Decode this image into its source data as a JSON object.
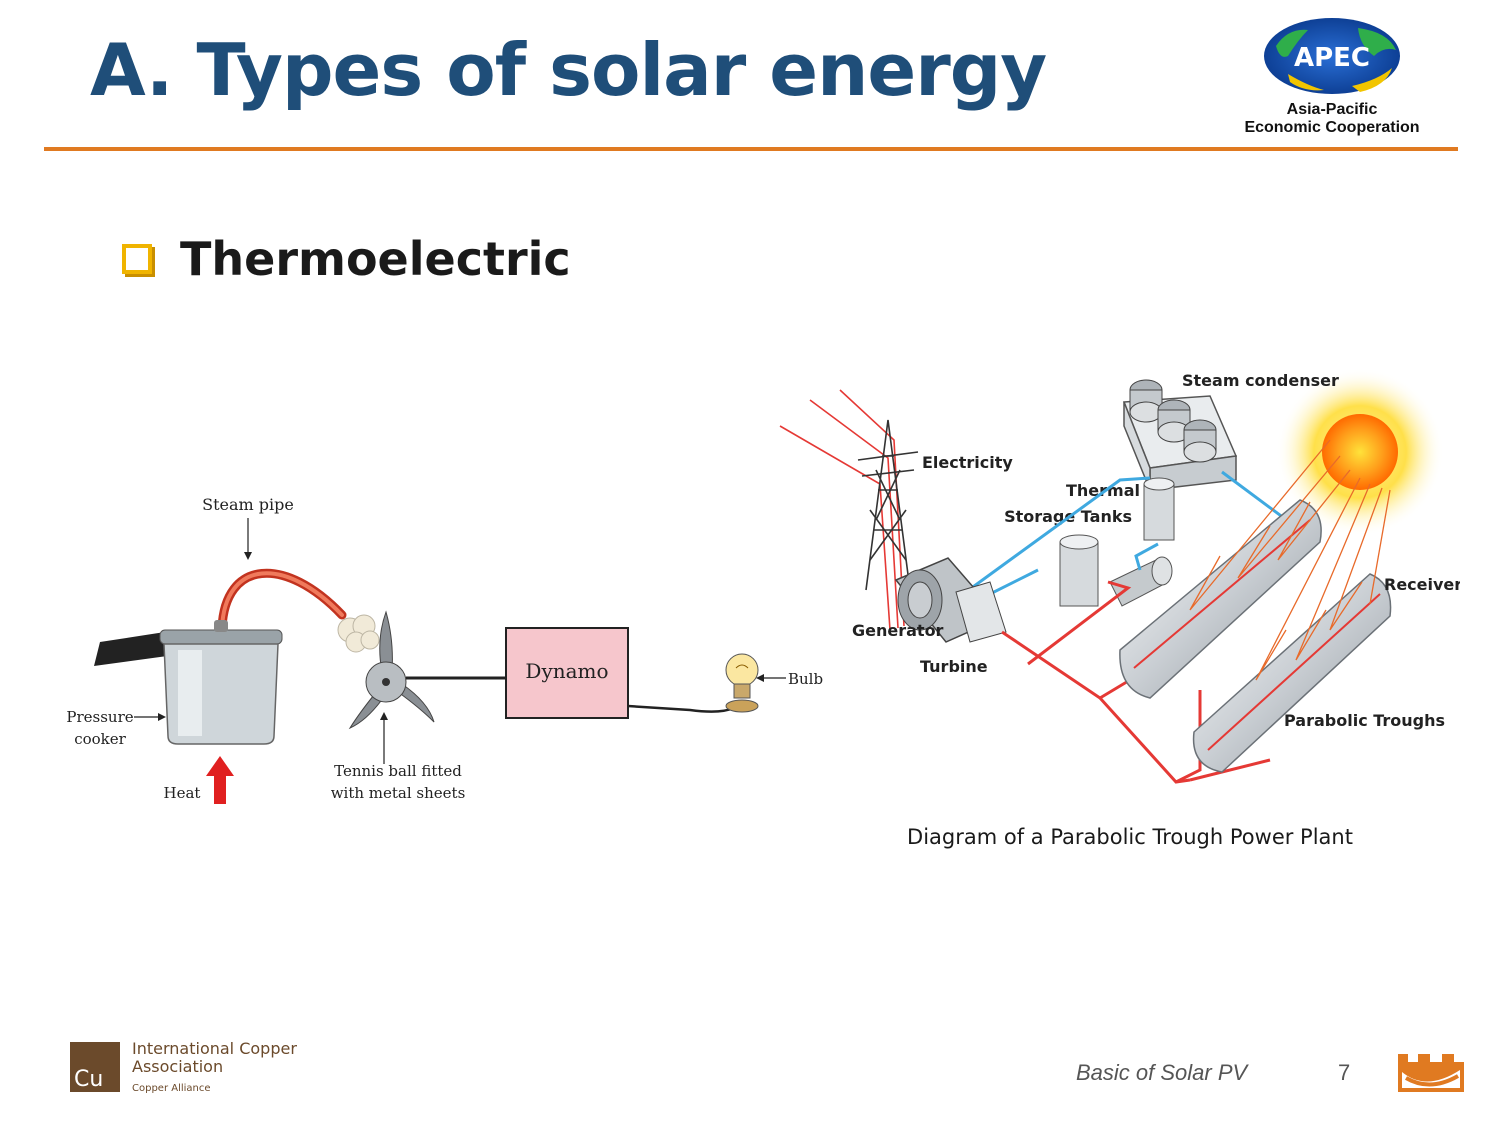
{
  "slide": {
    "title": "A. Types of solar energy",
    "bullet": "Thermoelectric",
    "footer_text": "Basic of Solar PV",
    "page_number": "7"
  },
  "apec_logo": {
    "badge": "APEC",
    "line1": "Asia-Pacific",
    "line2": "Economic Cooperation"
  },
  "ica_logo": {
    "symbol": "Cu",
    "line1": "International Copper",
    "line2": "Association",
    "line3": "Copper Alliance"
  },
  "left_diagram": {
    "labels": {
      "steam_pipe": "Steam pipe",
      "pressure_cooker_1": "Pressure",
      "pressure_cooker_2": "cooker",
      "heat": "Heat",
      "tennis_1": "Tennis ball fitted",
      "tennis_2": "with metal sheets",
      "dynamo": "Dynamo",
      "bulb": "Bulb"
    }
  },
  "right_diagram": {
    "labels": {
      "steam_condenser": "Steam condenser",
      "electricity": "Electricity",
      "thermal": "Thermal",
      "storage_tanks": "Storage Tanks",
      "receiver": "Receiver",
      "generator": "Generator",
      "turbine": "Turbine",
      "parabolic_troughs": "Parabolic Troughs"
    },
    "caption": "Diagram of a Parabolic Trough Power Plant"
  },
  "colors": {
    "title": "#1f4e79",
    "rule": "#e07a21",
    "bullet_box": "#f0b400",
    "pipe_red": "#e53935",
    "pipe_blue": "#3fa9e0"
  }
}
